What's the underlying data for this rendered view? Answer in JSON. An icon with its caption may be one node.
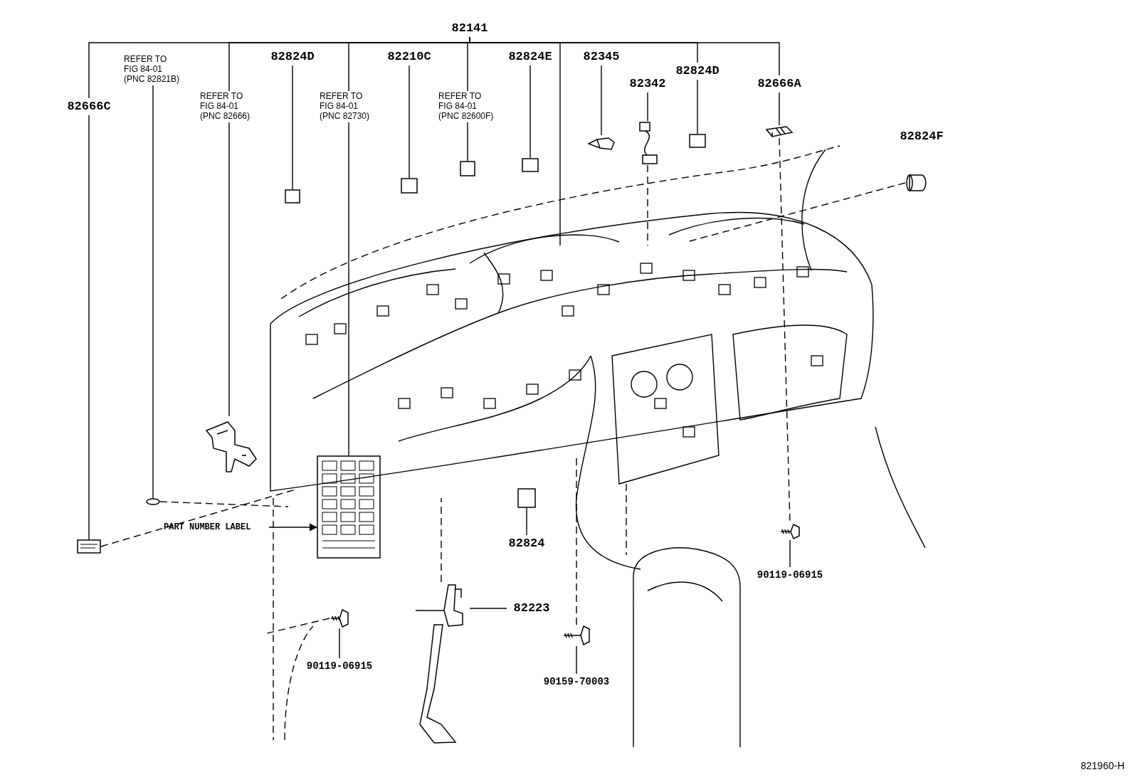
{
  "diagram": {
    "nodes": [
      {
        "text": [
          "82141"
        ]
      },
      {
        "text": [
          "82666C"
        ]
      },
      {
        "text": [
          "REFER TO FIG 84-01 (PNC 82821B)"
        ]
      },
      {
        "text": [
          "REFER TO FIG 84-01 (PNC 82666)"
        ]
      },
      {
        "text": [
          "82824D"
        ]
      },
      {
        "text": [
          "REFER TO FIG 84-01 (PNC 82730)"
        ]
      },
      {
        "text": [
          "82210C"
        ]
      },
      {
        "text": [
          "REFER TO FIG 84-01 (PNC 82600F)"
        ]
      },
      {
        "text": [
          "82824E"
        ]
      },
      {
        "text": [
          "82345"
        ]
      },
      {
        "text": [
          "82342"
        ]
      },
      {
        "text": [
          "82824D"
        ]
      },
      {
        "text": [
          "82666A"
        ]
      },
      {
        "text": [
          "82824F"
        ]
      },
      {
        "text": [
          "PART NUMBER LABEL"
        ]
      },
      {
        "text": [
          "82824"
        ]
      },
      {
        "text": [
          "82223"
        ]
      },
      {
        "text": [
          "90119-06915"
        ]
      },
      {
        "text": [
          "90119-06915"
        ]
      },
      {
        "text": [
          "90159-70003"
        ]
      },
      {
        "text": [],
        "shape": "picture"
      },
      {
        "text": [],
        "shape": "circle"
      },
      {
        "text": [],
        "shape": "picture"
      },
      {
        "text": [],
        "shape": "box"
      },
      {
        "text": [],
        "shape": "picture"
      },
      {
        "text": [],
        "shape": "box"
      },
      {
        "text": [],
        "shape": "box"
      },
      {
        "text": [],
        "shape": "box"
      },
      {
        "text": [],
        "shape": "picture"
      },
      {
        "text": [],
        "shape": "picture"
      },
      {
        "text": [],
        "shape": "box"
      },
      {
        "text": [],
        "shape": "picture"
      },
      {
        "text": [],
        "shape": "picture"
      },
      {
        "text": [],
        "shape": "picture"
      },
      {
        "text": [],
        "shape": "picture"
      },
      {
        "text": [],
        "shape": "picture"
      },
      {
        "text": [],
        "shape": "box"
      },
      {
        "text": [],
        "shape": "picture"
      }
    ],
    "edges": [
      {
        "from": 0,
        "to": 1,
        "arrow": "none"
      },
      {
        "from": 1,
        "to": 20,
        "arrow": "none"
      },
      {
        "from": 0,
        "to": 3,
        "arrow": "none"
      },
      {
        "from": 3,
        "to": 22,
        "arrow": "none"
      },
      {
        "from": 0,
        "to": 5,
        "arrow": "none"
      },
      {
        "from": 5,
        "to": 24,
        "arrow": "none"
      },
      {
        "from": 0,
        "to": 7,
        "arrow": "none"
      },
      {
        "from": 7,
        "to": 26,
        "arrow": "none"
      },
      {
        "from": 0,
        "to": null,
        "arrow": "none"
      },
      {
        "from": 0,
        "to": 11,
        "arrow": "none"
      },
      {
        "from": 0,
        "to": 12,
        "arrow": "none"
      },
      {
        "from": 2,
        "to": 21,
        "arrow": "none"
      },
      {
        "from": 4,
        "to": 23,
        "arrow": "none"
      },
      {
        "from": 6,
        "to": 25,
        "arrow": "none"
      },
      {
        "from": 8,
        "to": 27,
        "arrow": "none"
      },
      {
        "from": 9,
        "to": 28,
        "arrow": "none"
      },
      {
        "from": 10,
        "to": 29,
        "arrow": "none"
      },
      {
        "from": 11,
        "to": 30,
        "arrow": "none"
      },
      {
        "from": 12,
        "to": 31,
        "arrow": "none"
      },
      {
        "from": 14,
        "to": 24,
        "arrow": "to"
      },
      {
        "from": 15,
        "to": 36,
        "arrow": "none"
      },
      {
        "from": 16,
        "to": 37,
        "arrow": "none"
      },
      {
        "from": 17,
        "to": 33,
        "arrow": "none"
      },
      {
        "from": 18,
        "to": 34,
        "arrow": "none"
      },
      {
        "from": 19,
        "to": 35,
        "arrow": "none"
      },
      {
        "from": 20,
        "to": null,
        "arrow": "none",
        "style": "dashed"
      },
      {
        "from": 21,
        "to": null,
        "arrow": "none",
        "style": "dashed"
      },
      {
        "from": 29,
        "to": null,
        "arrow": "none",
        "style": "dashed"
      },
      {
        "from": 32,
        "to": null,
        "arrow": "none",
        "style": "dashed"
      },
      {
        "from": 31,
        "to": 33,
        "arrow": "none",
        "style": "dashed"
      },
      {
        "from": 34,
        "to": null,
        "arrow": "none",
        "style": "dashed"
      },
      {
        "from": 35,
        "to": null,
        "arrow": "none",
        "style": "dashed"
      },
      {
        "from": 37,
        "to": null,
        "arrow": "none",
        "style": "dashed"
      }
    ],
    "labels": [
      "821960-H"
    ]
  }
}
